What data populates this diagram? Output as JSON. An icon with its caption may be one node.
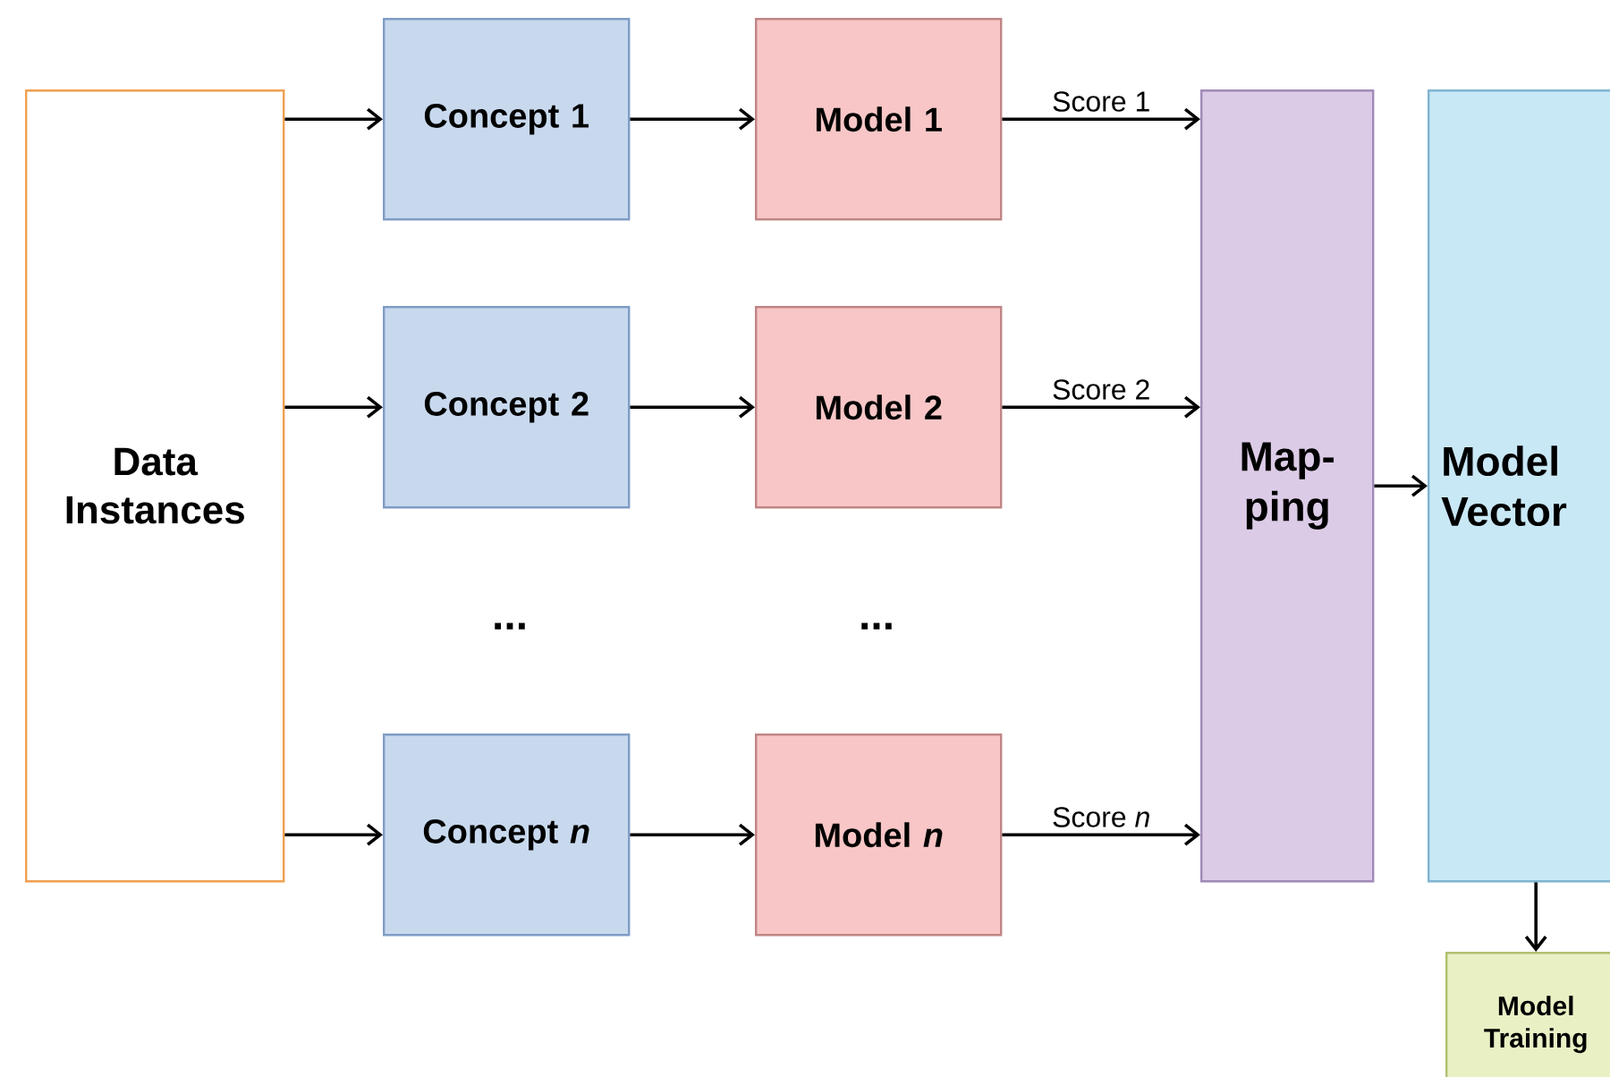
{
  "diagram": {
    "nodes": [
      {
        "text": [
          "Data Instances"
        ]
      },
      {
        "text": [
          "Concept 1"
        ]
      },
      {
        "text": [
          "Model 1"
        ]
      },
      {
        "text": [
          "Concept 2"
        ]
      },
      {
        "text": [
          "Model 2"
        ]
      },
      {
        "text": [
          "Concept *n*"
        ]
      },
      {
        "text": [
          "Model *n*"
        ]
      },
      {
        "text": [
          "Map- ping"
        ]
      },
      {
        "text": [
          "Model Vector"
        ]
      },
      {
        "text": [
          "Model Training"
        ]
      }
    ],
    "edges": [
      {
        "from": 0,
        "to": 1,
        "arrow": "to"
      },
      {
        "from": 0,
        "to": 3,
        "arrow": "to"
      },
      {
        "from": 0,
        "to": 5,
        "arrow": "to"
      },
      {
        "from": 1,
        "to": 2,
        "arrow": "to"
      },
      {
        "from": 3,
        "to": 4,
        "arrow": "to"
      },
      {
        "from": 5,
        "to": 6,
        "arrow": "to"
      },
      {
        "from": 2,
        "to": 7,
        "arrow": "to",
        "label": "Score 1"
      },
      {
        "from": 4,
        "to": 7,
        "arrow": "to",
        "label": "Score 2"
      },
      {
        "from": 6,
        "to": 7,
        "arrow": "to",
        "label": "Score *n*"
      },
      {
        "from": 7,
        "to": 8,
        "arrow": "to"
      },
      {
        "from": 8,
        "to": 9,
        "arrow": "to"
      }
    ],
    "labels": [
      "...",
      "..."
    ]
  }
}
